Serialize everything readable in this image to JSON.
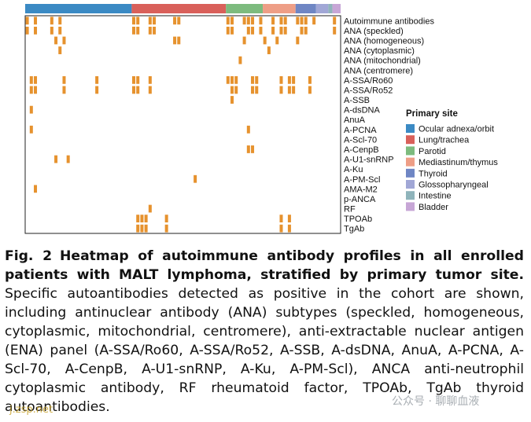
{
  "chart_data": {
    "type": "heatmap",
    "rows": [
      "Autoimmune antibodies",
      "ANA (speckled)",
      "ANA (homogeneous)",
      "ANA (cytoplasmic)",
      "ANA (mitochondrial)",
      "ANA (centromere)",
      "A-SSA/Ro60",
      "A-SSA/Ro52",
      "A-SSB",
      "A-dsDNA",
      "AnuA",
      "A-PCNA",
      "A-Scl-70",
      "A-CenpB",
      "A-U1-snRNP",
      "A-Ku",
      "A-PM-Scl",
      "AMA-M2",
      "p-ANCA",
      "RF",
      "TPOAb",
      "TgAb"
    ],
    "n_columns": 77,
    "positive_color": "#E6922E",
    "negative_color": "#FFFFFF",
    "groups_title": "Primary site",
    "groups": [
      {
        "name": "Ocular adnexa/orbit",
        "color": "#3B8AC4",
        "n": 26
      },
      {
        "name": "Lung/trachea",
        "color": "#D9605A",
        "n": 23
      },
      {
        "name": "Parotid",
        "color": "#7DBB7E",
        "n": 9
      },
      {
        "name": "Mediastinum/thymus",
        "color": "#EE9E86",
        "n": 8
      },
      {
        "name": "Thyroid",
        "color": "#6F86C4",
        "n": 5
      },
      {
        "name": "Glossopharyngeal",
        "color": "#A1A7D6",
        "n": 3
      },
      {
        "name": "Intestine",
        "color": "#8FB4BB",
        "n": 1
      },
      {
        "name": "Bladder",
        "color": "#C7A6D6",
        "n": 2
      }
    ],
    "positives": [
      [
        0,
        2,
        6,
        8,
        26,
        27,
        30,
        31,
        36,
        37,
        49,
        50,
        53,
        54,
        55,
        57,
        60,
        62,
        63,
        66,
        67,
        68,
        70,
        75
      ],
      [
        0,
        2,
        6,
        8,
        26,
        27,
        30,
        31,
        49,
        50,
        54,
        55,
        57,
        60,
        62,
        63,
        67,
        68,
        75
      ],
      [
        7,
        9,
        36,
        37,
        53,
        58,
        61,
        66
      ],
      [
        8,
        59
      ],
      [
        52
      ],
      [],
      [
        1,
        2,
        9,
        17,
        26,
        27,
        30,
        49,
        50,
        51,
        55,
        56,
        62,
        64,
        65,
        69
      ],
      [
        1,
        2,
        9,
        17,
        26,
        27,
        30,
        50,
        51,
        55,
        56,
        62,
        64,
        65,
        69
      ],
      [
        50
      ],
      [
        1
      ],
      [],
      [
        1,
        54
      ],
      [],
      [
        54,
        55
      ],
      [
        7,
        10
      ],
      [],
      [
        41
      ],
      [
        2
      ],
      [],
      [
        30
      ],
      [
        27,
        28,
        29,
        34,
        62,
        64
      ],
      [
        27,
        28,
        29,
        34,
        62,
        64
      ]
    ]
  },
  "caption": {
    "label": "Fig. 2",
    "title": "Heatmap of autoimmune antibody profiles in all enrolled patients with MALT lymphoma, stratified by primary tumor site.",
    "body": "Specific autoantibodies detected as positive in the cohort are shown, including antinuclear antibody (ANA) subtypes (speckled, homogeneous, cytoplasmic, mitochondrial, centromere), anti-extractable nuclear antigen (ENA) panel (A-SSA/Ro60, A-SSA/Ro52, A-SSB, A-dsDNA, AnuA, A-PCNA, A-Scl-70, A-CenpB, A-U1-snRNP, A-Ku, A-PM-Scl), ANCA anti-neutrophil cytoplasmic antibody, RF rheumatoid factor, TPOAb, TgAb thyroid autoantibodies."
  },
  "watermark": {
    "text": "公众号 · 聊聊血液",
    "url": "j.zsp.net"
  }
}
